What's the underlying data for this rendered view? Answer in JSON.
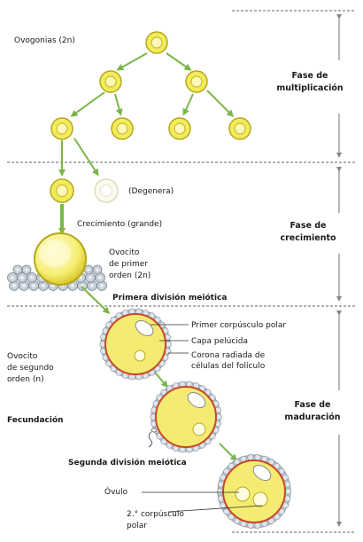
{
  "phases": {
    "multiplication": {
      "line1": "Fase de",
      "line2": "multiplicación"
    },
    "growth": {
      "line1": "Fase de",
      "line2": "crecimiento"
    },
    "maturation": {
      "line1": "Fase de",
      "line2": "maduración"
    }
  },
  "labels": {
    "oogonia": "Ovogonias (2n)",
    "degenerates": "(Degenera)",
    "growth": "Crecimiento (grande)",
    "primary_oocyte_1": "Ovocito",
    "primary_oocyte_2": "de primer",
    "primary_oocyte_3": "orden (2n)",
    "first_division": "Primera división meiótica",
    "secondary_oocyte_1": "Ovocito",
    "secondary_oocyte_2": "de segundo",
    "secondary_oocyte_3": "orden (n)",
    "fertilization": "Fecundación",
    "second_division": "Segunda división meiótica",
    "first_polar_body": "Primer corpúsculo polar",
    "zona_pellucida": "Capa pelúcida",
    "corona_1": "Corona radiada de",
    "corona_2": "células del folículo",
    "ovum": "Óvulo",
    "second_polar_1": "2.° corpúsculo",
    "second_polar_2": "polar"
  },
  "colors": {
    "cell_fill": "#f2ec5c",
    "cell_stroke": "#b5a81a",
    "cytoplasm": "#f8f2a8",
    "arrow": "#7ab648",
    "corona": "#aeb8c4",
    "pellucida": "#c8472a",
    "divider": "#666666"
  }
}
